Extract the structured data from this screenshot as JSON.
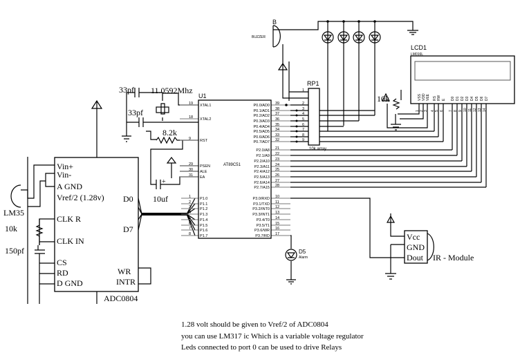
{
  "mcu": {
    "ref": "U1",
    "part": "AT89C51",
    "left_pins": [
      {
        "num": "19",
        "name": "XTAL1"
      },
      {
        "num": "18",
        "name": "XTAL2"
      },
      {
        "num": "9",
        "name": "RST"
      },
      {
        "num": "29",
        "name": "PSEN"
      },
      {
        "num": "30",
        "name": "ALE"
      },
      {
        "num": "31",
        "name": "EA"
      },
      {
        "num": "1",
        "name": "P1.0"
      },
      {
        "num": "2",
        "name": "P1.1"
      },
      {
        "num": "3",
        "name": "P1.2"
      },
      {
        "num": "4",
        "name": "P1.3"
      },
      {
        "num": "5",
        "name": "P1.4"
      },
      {
        "num": "6",
        "name": "P1.5"
      },
      {
        "num": "7",
        "name": "P1.6"
      },
      {
        "num": "8",
        "name": "P1.7"
      }
    ],
    "right_pins": [
      {
        "num": "39",
        "name": "P0.0/AD0"
      },
      {
        "num": "38",
        "name": "P0.1/AD1"
      },
      {
        "num": "37",
        "name": "P0.2/AD2"
      },
      {
        "num": "36",
        "name": "P0.3/AD3"
      },
      {
        "num": "35",
        "name": "P0.4/AD4"
      },
      {
        "num": "34",
        "name": "P0.5/AD5"
      },
      {
        "num": "33",
        "name": "P0.6/AD6"
      },
      {
        "num": "32",
        "name": "P0.7/AD7"
      },
      {
        "num": "21",
        "name": "P2.0/A8"
      },
      {
        "num": "22",
        "name": "P2.1/A9"
      },
      {
        "num": "23",
        "name": "P2.2/A10"
      },
      {
        "num": "24",
        "name": "P2.3/A11"
      },
      {
        "num": "25",
        "name": "P2.4/A12"
      },
      {
        "num": "26",
        "name": "P2.5/A13"
      },
      {
        "num": "27",
        "name": "P2.6/A14"
      },
      {
        "num": "28",
        "name": "P2.7/A15"
      },
      {
        "num": "10",
        "name": "P3.0/RXD"
      },
      {
        "num": "11",
        "name": "P3.1/TXD"
      },
      {
        "num": "12",
        "name": "P3.2/INT0"
      },
      {
        "num": "13",
        "name": "P3.3/INT1"
      },
      {
        "num": "14",
        "name": "P3.4/T0"
      },
      {
        "num": "15",
        "name": "P3.5/T1"
      },
      {
        "num": "16",
        "name": "P3.6/WR"
      },
      {
        "num": "17",
        "name": "P3.7/RD"
      }
    ]
  },
  "resistor_array": {
    "ref": "RP1",
    "value": "10k array",
    "pins": [
      "1",
      "2",
      "3",
      "4",
      "5",
      "6",
      "7",
      "8",
      "9"
    ]
  },
  "lcd": {
    "ref": "LCD1",
    "part": "LM016L",
    "pins": [
      {
        "num": "1",
        "name": "VSS"
      },
      {
        "num": "2",
        "name": "VDD"
      },
      {
        "num": "3",
        "name": "VEE"
      },
      {
        "num": "4",
        "name": "RS"
      },
      {
        "num": "5",
        "name": "RW"
      },
      {
        "num": "6",
        "name": "E"
      },
      {
        "num": "7",
        "name": "D0"
      },
      {
        "num": "8",
        "name": "D1"
      },
      {
        "num": "9",
        "name": "D2"
      },
      {
        "num": "10",
        "name": "D3"
      },
      {
        "num": "11",
        "name": "D4"
      },
      {
        "num": "12",
        "name": "D5"
      },
      {
        "num": "13",
        "name": "D6"
      },
      {
        "num": "14",
        "name": "D7"
      }
    ]
  },
  "buzzer": {
    "ref": "B",
    "label": "BUZZER"
  },
  "components": {
    "c1": "33pf",
    "c2": "33pf",
    "crystal": "11.0592Mhz",
    "r_reset": "8.2k",
    "c_reset": "10uf",
    "c_plus": "+",
    "pot": "10k",
    "lm35": "LM35",
    "r_clk": "10k",
    "c_clk": "150pf",
    "alarm_led_ref": "D5",
    "alarm_led_label": "Alarm"
  },
  "adc": {
    "part": "ADC0804",
    "left_labels": [
      "Vin+",
      "Vin-",
      "A GND",
      "Vref/2 (1.28v)",
      "CLK R",
      "CLK IN",
      "CS",
      "RD",
      "D GND"
    ],
    "right_labels": [
      "D0",
      "D7",
      "WR",
      "INTR"
    ]
  },
  "ir_module": {
    "label": "IR - Module",
    "pins": [
      "Vcc",
      "GND",
      "Dout"
    ]
  },
  "notes": [
    "1.28 volt should be given to Vref/2 of ADC0804",
    "you can use LM317 ic Which is a variable voltage regulator",
    "Leds connected to port 0 can be used to drive Relays"
  ]
}
